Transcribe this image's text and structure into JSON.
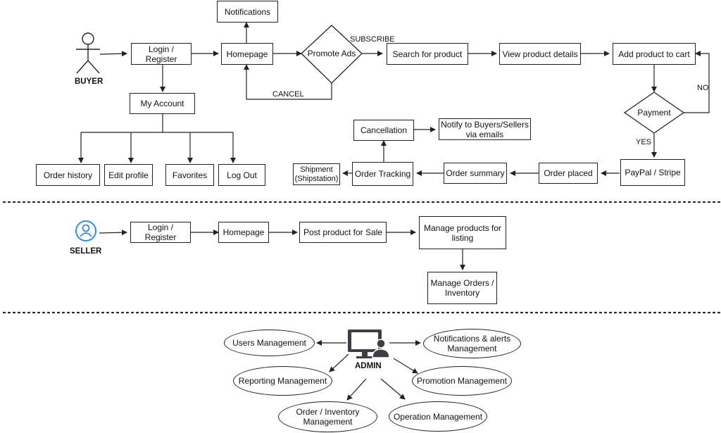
{
  "buyer": {
    "role": "BUYER",
    "login": "Login / Register",
    "homepage": "Homepage",
    "notifications": "Notifications",
    "promote_ads": "Promote Ads",
    "subscribe": "SUBSCRIBE",
    "cancel": "CANCEL",
    "search": "Search for product",
    "view_details": "View product details",
    "add_to_cart": "Add product to cart",
    "no": "NO",
    "payment": "Payment",
    "yes": "YES",
    "paypal": "PayPal / Stripe",
    "order_placed": "Order placed",
    "order_summary": "Order summary",
    "order_tracking": "Order Tracking",
    "shipment": "Shipment\n(Shipstation)",
    "cancellation": "Cancellation",
    "notify": "Notify to Buyers/Sellers\nvia emails",
    "my_account": "My Account",
    "order_history": "Order history",
    "edit_profile": "Edit profile",
    "favorites": "Favorites",
    "log_out": "Log Out"
  },
  "seller": {
    "role": "SELLER",
    "login": "Login / Register",
    "homepage": "Homepage",
    "post_product": "Post product for Sale",
    "manage_products": "Manage products for\nlisting",
    "manage_orders": "Manage Orders /\nInventory"
  },
  "admin": {
    "role": "ADMIN",
    "users": "Users Management",
    "notifications": "Notifications & alerts\nManagement",
    "reporting": "Reporting Management",
    "promotion": "Promotion Management",
    "order_inventory": "Order / Inventory\nManagement",
    "operation": "Operation Management"
  },
  "colors": {
    "line": "#222222",
    "seller_icon": "#2f8fd8",
    "admin_icon": "#3a3f45"
  }
}
